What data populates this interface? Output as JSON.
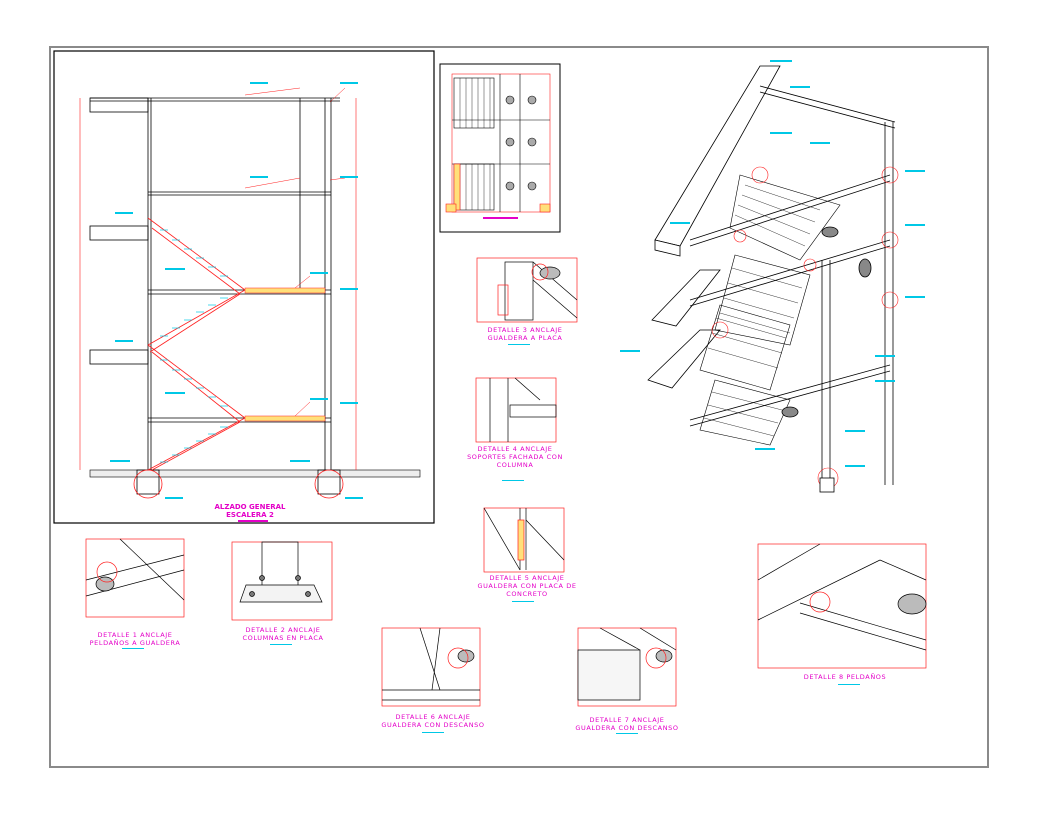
{
  "sheet": {
    "main_title": "ALZADO GENERAL\nESCALERA 2",
    "details": [
      {
        "id": "d1",
        "label": "DETALLE 1 ANCLAJE\nPELDAÑOS A GUALDERA"
      },
      {
        "id": "d2",
        "label": "DETALLE 2 ANCLAJE\nCOLUMNAS EN PLACA"
      },
      {
        "id": "d3",
        "label": "DETALLE 3 ANCLAJE\nGUALDERA A PLACA"
      },
      {
        "id": "d4",
        "label": "DETALLE 4 ANCLAJE\nSOPORTES FACHADA CON\nCOLUMNA"
      },
      {
        "id": "d5",
        "label": "DETALLE 5 ANCLAJE\nGUALDERA CON PLACA DE\nCONCRETO"
      },
      {
        "id": "d6",
        "label": "DETALLE 6 ANCLAJE\nGUALDERA CON DESCANSO"
      },
      {
        "id": "d7",
        "label": "DETALLE 7 ANCLAJE\nGUALDERA CON DESCANSO"
      },
      {
        "id": "d8",
        "label": "DETALLE 8 PELDAÑOS"
      }
    ],
    "colors": {
      "magenta": "#e400c8",
      "red": "#ff2020",
      "cyan": "#00c8e6",
      "line": "#000000",
      "frame": "#8a8a8a"
    }
  }
}
